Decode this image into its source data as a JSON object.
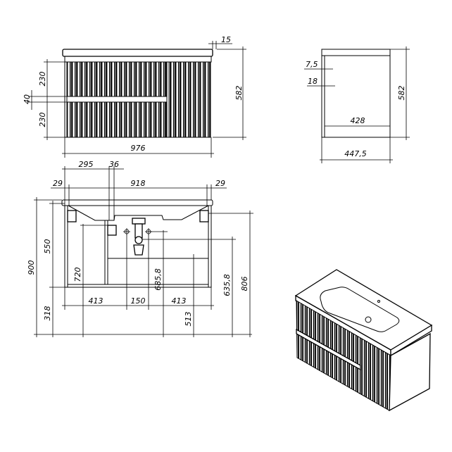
{
  "views": {
    "front_elevation": "front-elevation",
    "side_elevation": "side-elevation",
    "front_section": "front-section",
    "isometric": "isometric-view"
  },
  "dims": {
    "top_overhang": "15",
    "drawer_upper": "230",
    "drawer_gap": "40",
    "drawer_lower": "230",
    "front_width": "976",
    "front_height": "582",
    "side_top_offset": "7,5",
    "side_front_thk": "18",
    "side_inner_depth": "428",
    "side_depth": "447,5",
    "side_height": "582",
    "partition_offset": "295",
    "partition_width": "36",
    "side_left": "29",
    "inner_width": "918",
    "side_right": "29",
    "total_height": "900",
    "cabinet_height": "550",
    "floor_gap": "318",
    "partition_h": "720",
    "water_h": "685,8",
    "drain_h": "635,8",
    "bracket_h": "806",
    "shelf_h": "513",
    "left_to_water": "413",
    "water_spacing": "150",
    "water_to_right": "413"
  },
  "colors": {
    "line": "#000000",
    "background": "#ffffff"
  }
}
